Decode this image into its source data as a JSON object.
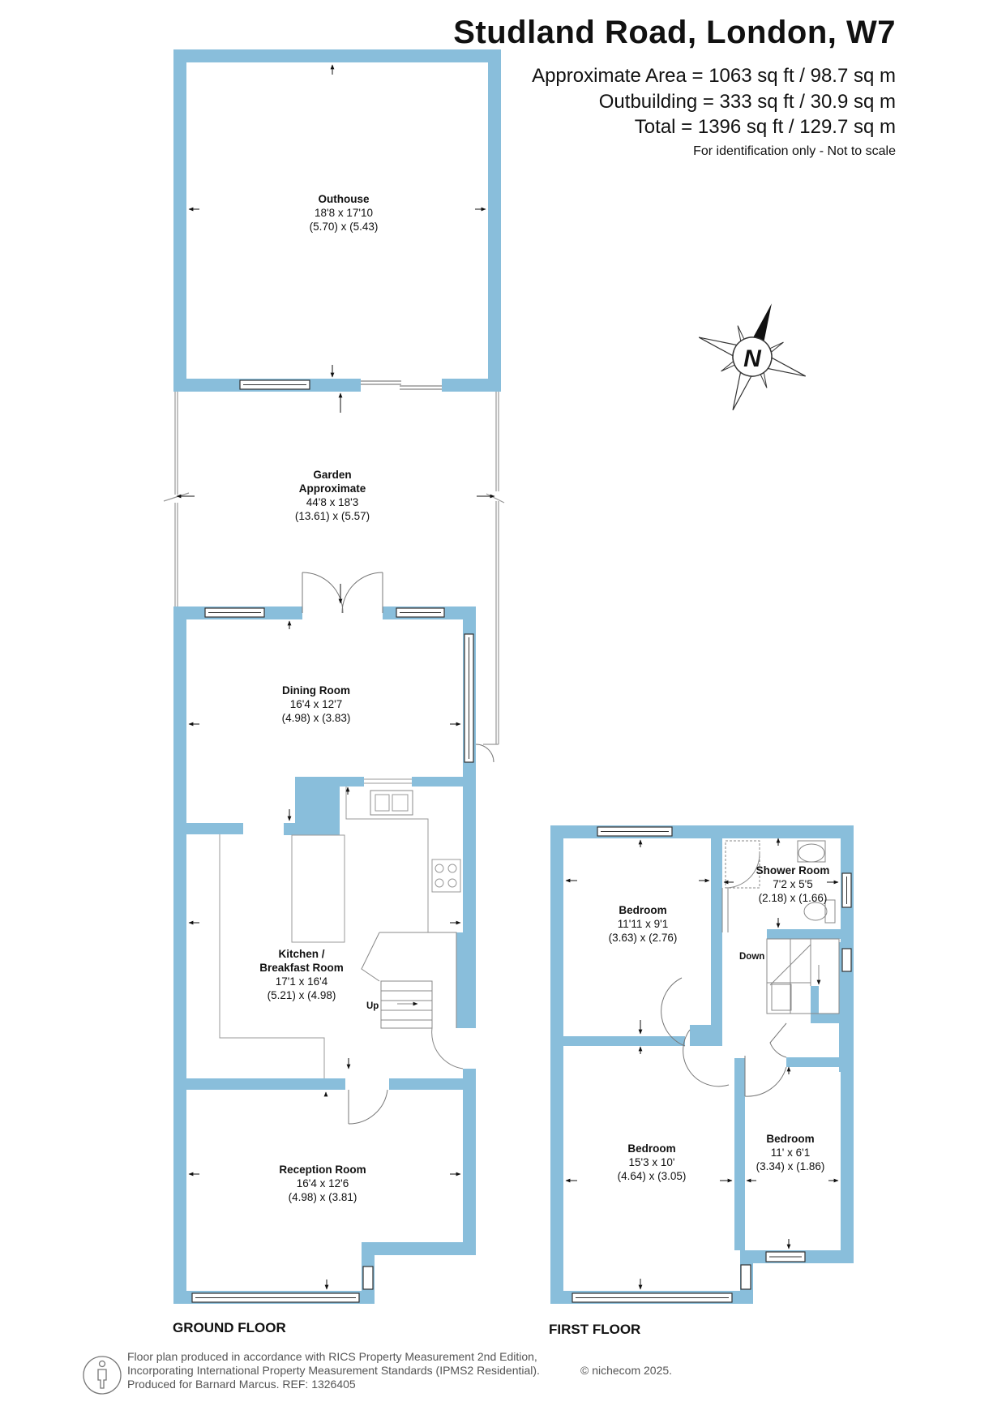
{
  "header": {
    "title": "Studland Road, London, W7",
    "approximate_area": "Approximate Area = 1063 sq ft / 98.7 sq m",
    "outbuilding": "Outbuilding = 333 sq ft / 30.9 sq m",
    "total": "Total = 1396 sq ft / 129.7 sq m",
    "note": "For identification only - Not to scale"
  },
  "compass": {
    "letter": "N"
  },
  "rooms": {
    "outhouse": {
      "name": "Outhouse",
      "imperial": "18'8 x 17'10",
      "metric": "(5.70) x (5.43)"
    },
    "garden": {
      "name": "Garden",
      "name2": "Approximate",
      "imperial": "44'8 x 18'3",
      "metric": "(13.61) x (5.57)"
    },
    "dining": {
      "name": "Dining Room",
      "imperial": "16'4 x 12'7",
      "metric": "(4.98) x (3.83)"
    },
    "kitchen": {
      "name": "Kitchen /",
      "name2": "Breakfast Room",
      "imperial": "17'1 x 16'4",
      "metric": "(5.21) x (4.98)"
    },
    "reception": {
      "name": "Reception Room",
      "imperial": "16'4 x 12'6",
      "metric": "(4.98) x (3.81)"
    },
    "bedroom1": {
      "name": "Bedroom",
      "imperial": "11'11 x 9'1",
      "metric": "(3.63) x (2.76)"
    },
    "shower": {
      "name": "Shower Room",
      "imperial": "7'2 x 5'5",
      "metric": "(2.18) x (1.66)"
    },
    "bedroom2": {
      "name": "Bedroom",
      "imperial": "15'3 x 10'",
      "metric": "(4.64) x (3.05)"
    },
    "bedroom3": {
      "name": "Bedroom",
      "imperial": "11' x 6'1",
      "metric": "(3.34) x (1.86)"
    }
  },
  "stair_labels": {
    "up": "Up",
    "down": "Down"
  },
  "floors": {
    "ground": "GROUND FLOOR",
    "first": "FIRST FLOOR"
  },
  "footer": {
    "line1": "Floor plan produced in accordance with RICS Property Measurement 2nd Edition,",
    "line2": "Incorporating International Property Measurement Standards (IPMS2 Residential).",
    "line3": "Produced for Barnard Marcus.   REF:  1326405",
    "copyright": "© nichecom 2025."
  },
  "colors": {
    "wall": "#89bedb",
    "background": "#ffffff",
    "text": "#111111"
  }
}
